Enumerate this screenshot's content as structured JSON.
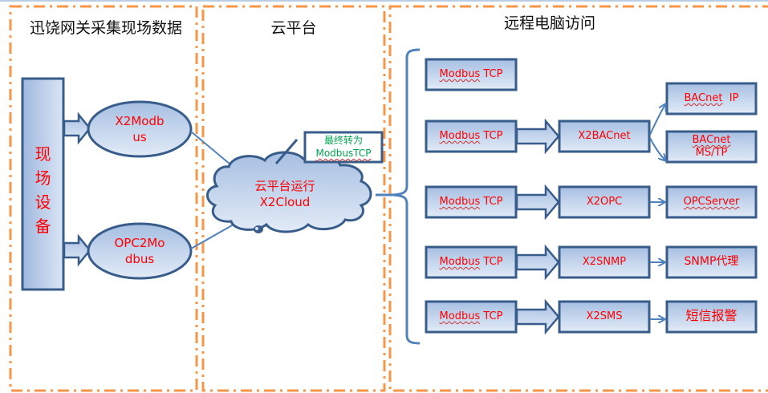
{
  "sections": [
    {
      "title": "迅饶网关采集现场数据"
    },
    {
      "title": "云平台"
    },
    {
      "title": "远程电脑访问"
    }
  ],
  "field_device": {
    "label": "现场设备",
    "chars": [
      "现",
      "场",
      "设",
      "备"
    ]
  },
  "gateways": [
    {
      "line1": "X2Modb",
      "line2": "us"
    },
    {
      "line1": "OPC2Mo",
      "line2": "dbus"
    }
  ],
  "cloud": {
    "line1": "云平台运行",
    "line2": "X2Cloud"
  },
  "callout": {
    "line1": "最终转为",
    "line2": "ModbusTCP"
  },
  "rows": [
    {
      "source": {
        "pre": "Modbus",
        "post": " TCP"
      }
    },
    {
      "source": {
        "pre": "Modbus",
        "post": " TCP"
      },
      "converter": "X2BACnet",
      "targets": [
        {
          "line1": "BACnet",
          "line2": "  IP"
        },
        {
          "line1": "BACnet",
          "line2": "MS/TP"
        }
      ]
    },
    {
      "source": {
        "pre": "Modbus",
        "post": " TCP"
      },
      "converter": "X2OPC",
      "targets": [
        {
          "line1": "OPCServer"
        }
      ]
    },
    {
      "source": {
        "pre": "Modbus",
        "post": " TCP"
      },
      "converter": "X2SNMP",
      "targets": [
        {
          "line1": "SNMP代理"
        }
      ]
    },
    {
      "source": {
        "pre": "Modbus",
        "post": " TCP"
      },
      "converter": "X2SMS",
      "targets": [
        {
          "line1": "短信报警"
        }
      ]
    }
  ],
  "colors": {
    "dash_border": "#f79646",
    "shape_stroke": "#385d8a",
    "connector": "#4f81bd",
    "fill_top": "#a7bfe2",
    "fill_bottom": "#dde7f5",
    "label_red": "#ff0000",
    "label_green": "#00a550"
  }
}
